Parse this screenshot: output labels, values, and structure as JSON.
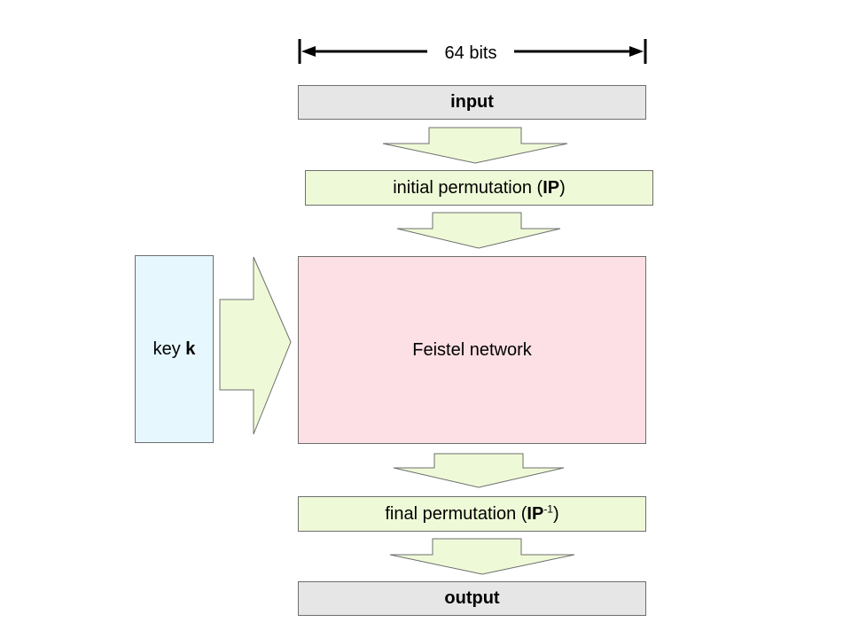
{
  "width_label": "64 bits",
  "boxes": {
    "input": "input",
    "initial_permutation": {
      "text": "initial permutation (",
      "bold": "IP",
      "close": ")"
    },
    "feistel": "Feistel network",
    "key": {
      "text": "key ",
      "bold": "k"
    },
    "final_permutation": {
      "text": "final permutation (",
      "bold": "IP",
      "sup": "-1",
      "close": ")"
    },
    "output": "output"
  },
  "colors": {
    "io_fill": "#e6e6e6",
    "permutation_fill": "#eefad7",
    "feistel_fill": "#fde0e5",
    "key_fill": "#e6f8fd",
    "arrow_fill": "#eefad7"
  }
}
